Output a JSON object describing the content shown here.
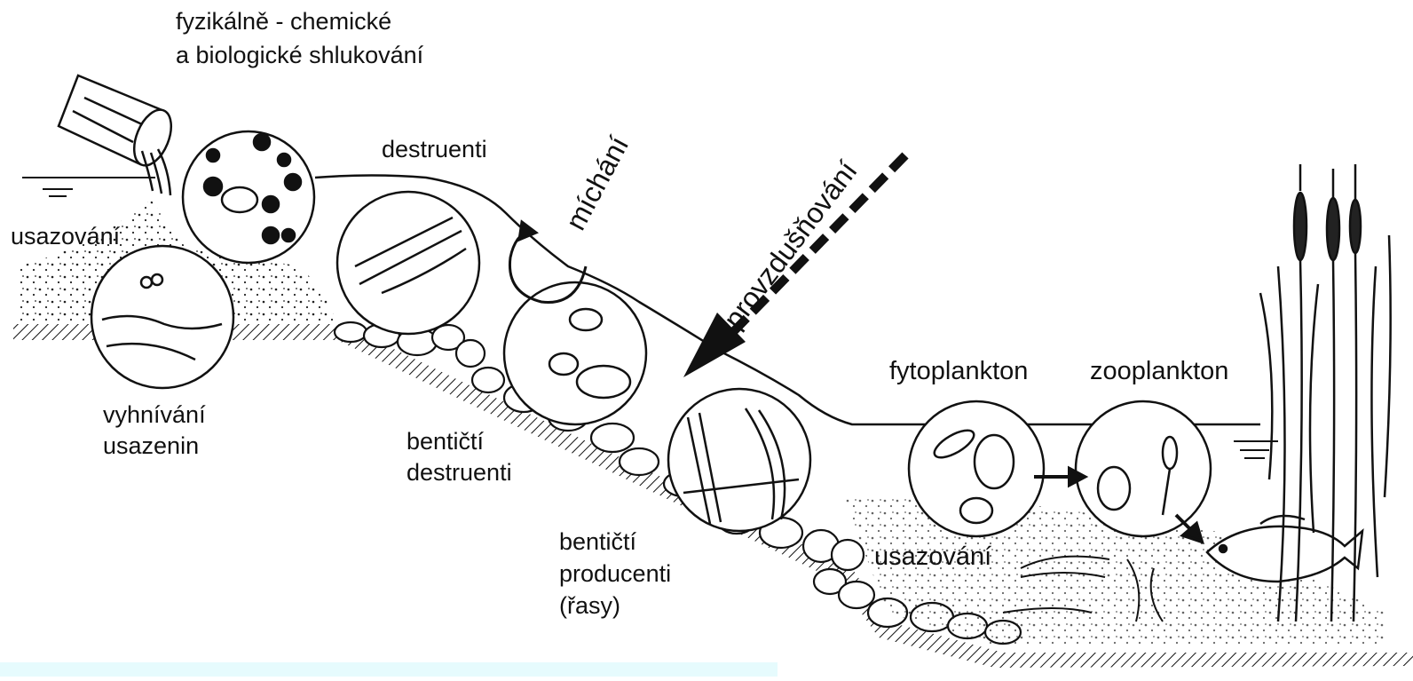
{
  "labels": {
    "flocculation_line1": "fyzikálně - chemické",
    "flocculation_line2": "a biologické shlukování",
    "settling_top": "usazování",
    "sediment_decay_line1": "vyhnívání",
    "sediment_decay_line2": "usazenin",
    "destruents": "destruenti",
    "mixing": "míchání",
    "aeration": "provzdušňování",
    "benthic_destruents_line1": "bentičtí",
    "benthic_destruents_line2": "destruenti",
    "benthic_producers_line1": "bentičtí",
    "benthic_producers_line2": "producenti",
    "benthic_producers_line3": "(řasy)",
    "phytoplankton": "fytoplankton",
    "zooplankton": "zooplankton",
    "settling_bottom": "usazování"
  },
  "icons": [
    "outflow-pipe-icon",
    "flocculation-circle-icon",
    "bacteria-circle-icon",
    "destruents-circle-icon",
    "mixing-arrow-icon",
    "aeration-arrow-icon",
    "benthic-destruents-circle-icon",
    "algae-circle-icon",
    "phytoplankton-circle-icon",
    "zooplankton-circle-icon",
    "fish-icon",
    "cattail-reeds-icon",
    "stones-icon",
    "submerged-plants-icon"
  ],
  "colors": {
    "ink": "#111111",
    "background": "#ffffff",
    "band": "#e6fbfd"
  }
}
